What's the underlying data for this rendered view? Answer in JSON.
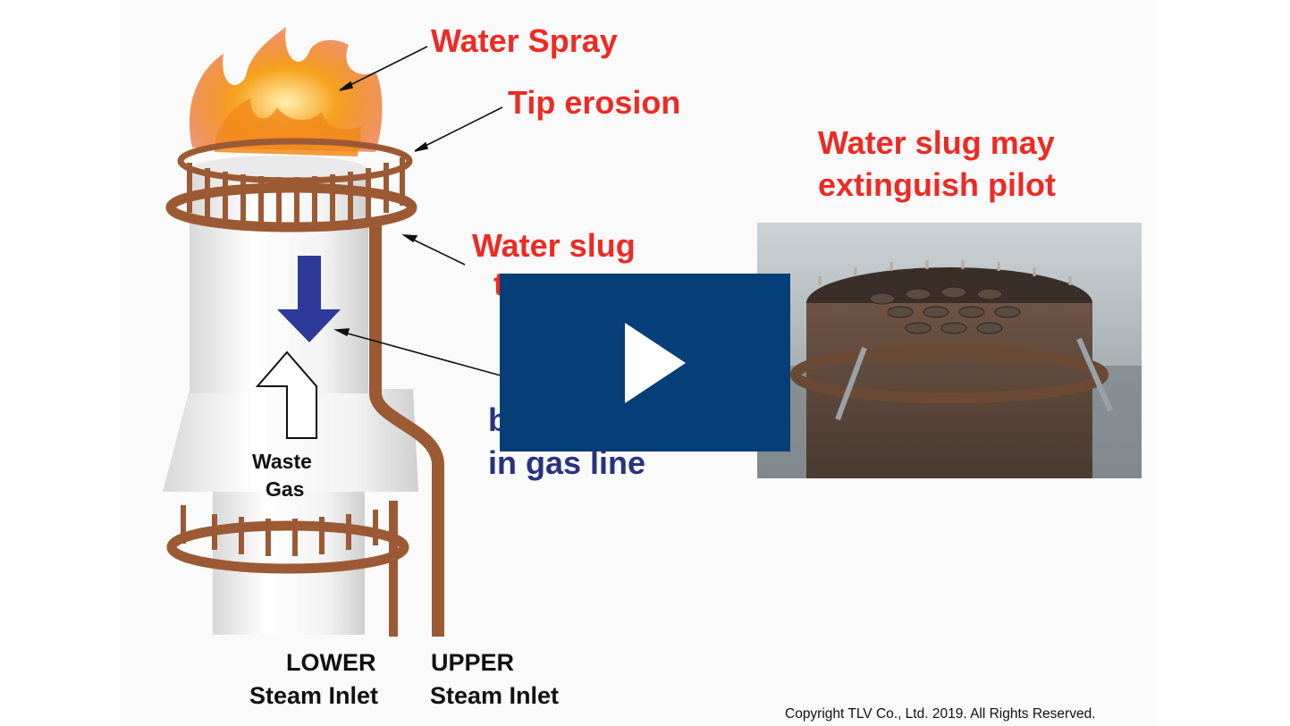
{
  "labels": {
    "water_spray": "Water Spray",
    "tip_erosion": "Tip erosion",
    "water_slug": "Water slug",
    "water_slug_partial": "t",
    "gas_line_partial": "b",
    "gas_line": "in gas line",
    "extinguish_line1": "Water slug may",
    "extinguish_line2": "extinguish pilot",
    "waste_line1": "Waste",
    "waste_line2": "Gas",
    "lower_line1": "LOWER",
    "lower_line2": "Steam Inlet",
    "upper_line1": "UPPER",
    "upper_line2": "Steam Inlet"
  },
  "copyright": "Copyright TLV Co., Ltd. 2019.  All Rights Reserved.",
  "player": {
    "play_icon": "play-icon"
  },
  "colors": {
    "annotation_red": "#ee2a24",
    "annotation_navy": "#2a3280",
    "play_button_bg": "#063e78",
    "down_arrow": "#2e3a9a",
    "pipe": "#9b5a34"
  }
}
